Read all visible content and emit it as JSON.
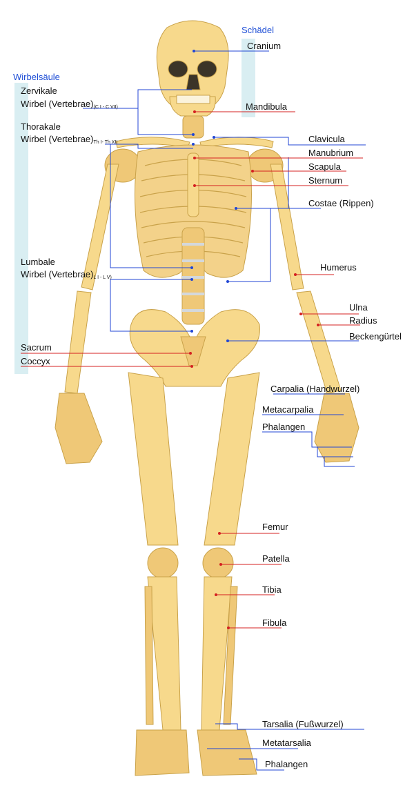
{
  "groups": {
    "skull": "Schädel",
    "spine": "Wirbelsäule"
  },
  "labels": {
    "cranium": "Cranium",
    "mandibula": "Mandibula",
    "cervical": {
      "line1": "Zervikale",
      "line2": "Wirbel (Vertebrae)",
      "sub": "(C I - C VII)"
    },
    "thoracic": {
      "line1": "Thorakale",
      "line2": "Wirbel (Vertebrae)",
      "sub": "Th I- Th XII"
    },
    "lumbar": {
      "line1": "Lumbale",
      "line2": "Wirbel (Vertebrae)",
      "sub": "L I - L V)"
    },
    "sacrum": "Sacrum",
    "coccyx": "Coccyx",
    "clavicula": "Clavicula",
    "manubrium": "Manubrium",
    "scapula": "Scapula",
    "sternum": "Sternum",
    "costae": "Costae (Rippen)",
    "humerus": "Humerus",
    "ulna": "Ulna",
    "radius": "Radius",
    "pelvis": "Beckengürtel",
    "carpalia": "Carpalia (Handwurzel)",
    "metacarpalia": "Metacarpalia",
    "phalangen_hand": "Phalangen",
    "femur": "Femur",
    "patella": "Patella",
    "tibia": "Tibia",
    "fibula": "Fibula",
    "tarsalia": "Tarsalia (Fußwurzel)",
    "metatarsalia": "Metatarsalia",
    "phalangen_foot": "Phalangen"
  },
  "colors": {
    "bone": "#f7d98c",
    "bone_dark": "#e9c06a",
    "bone_outline": "#c9a24a",
    "cartilage": "#d4d8dc",
    "bracket_bar": "#d9eef2",
    "leader_red": "#d42020",
    "leader_blue": "#2046d4",
    "group_text": "#1f4fd6"
  }
}
